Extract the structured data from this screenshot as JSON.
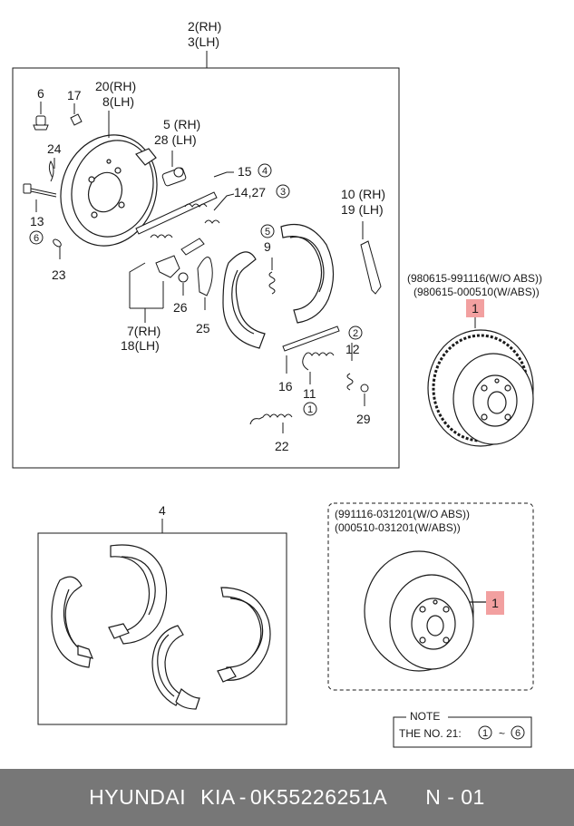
{
  "callouts": {
    "assy_rh": "2(RH)",
    "assy_lh": "3(LH)",
    "p6": "6",
    "p17": "17",
    "p20_8_rh": "20(RH)",
    "p20_8_lh": "8(LH)",
    "p5_rh": "5 (RH)",
    "p28_lh": "28 (LH)",
    "p24": "24",
    "p13": "13",
    "p13_ref": "6",
    "p23": "23",
    "p15": "15",
    "p15_ref": "4",
    "p14_27": "14,27",
    "p14_27_ref": "3",
    "p10_rh": "10 (RH)",
    "p19_lh": "19 (LH)",
    "p9_ref": "5",
    "p9": "9",
    "p26": "26",
    "p25": "25",
    "p7_rh": "7(RH)",
    "p18_lh": "18(LH)",
    "p12_ref": "2",
    "p12": "12",
    "p16": "16",
    "p11": "11",
    "p11_ref": "1",
    "p29": "29",
    "p22": "22",
    "p4": "4"
  },
  "drum_abs": {
    "range1": "(980615-991116(W/O ABS))",
    "range2": "(980615-000510(W/ABS))",
    "part": "1"
  },
  "drum_plain": {
    "range1": "(991116-031201(W/O ABS))",
    "range2": "(000510-031201(W/ABS))",
    "part": "1"
  },
  "note": {
    "title": "NOTE",
    "text_prefix": "THE NO. 21:",
    "from": "1",
    "tilde": "~",
    "to": "6"
  },
  "footer": {
    "brand": "HYUNDAI",
    "brand2": "KIA",
    "dash": "-",
    "part_number": "0K55226251A",
    "code": "N - 01"
  },
  "colors": {
    "highlight": "#f2a0a0",
    "footer_bg": "#777777",
    "line": "#1a1a1a"
  }
}
